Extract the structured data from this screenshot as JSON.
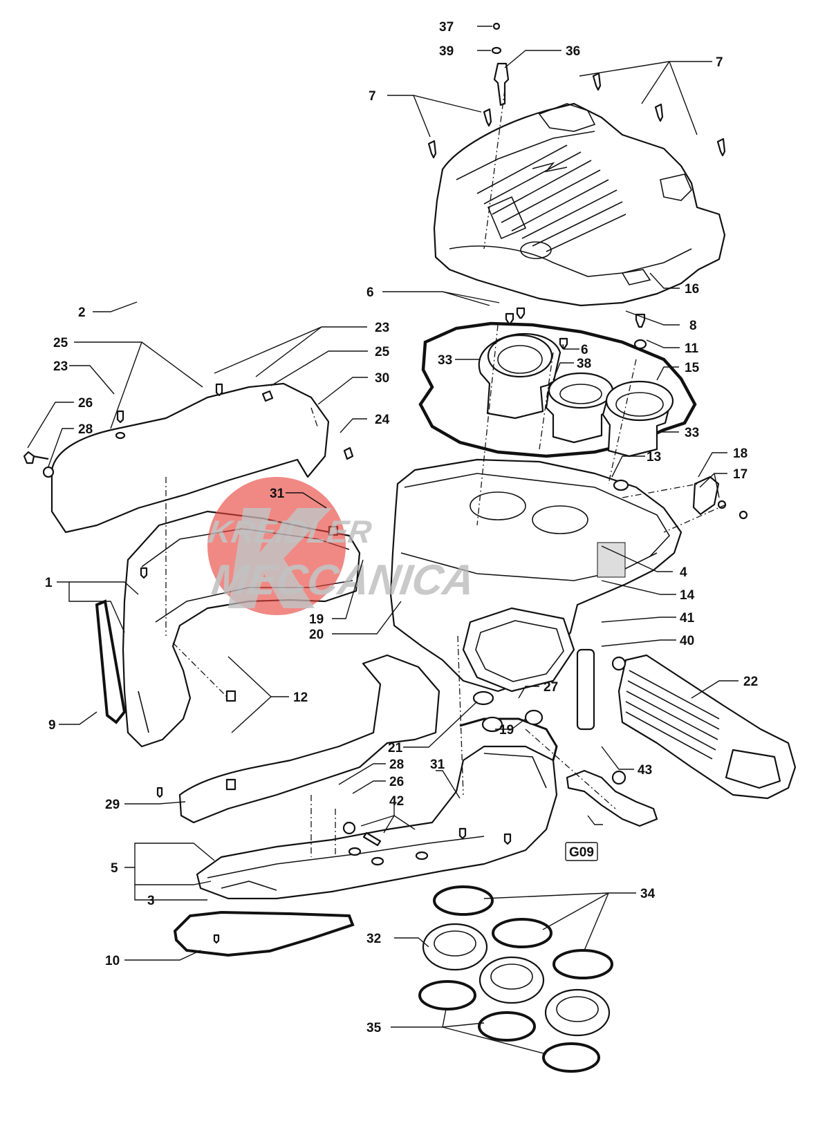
{
  "diagram": {
    "callouts": [
      "37",
      "39",
      "36",
      "7",
      "7",
      "16",
      "6",
      "8",
      "6",
      "11",
      "33",
      "38",
      "15",
      "33",
      "13",
      "18",
      "17",
      "25",
      "23",
      "23",
      "25",
      "30",
      "24",
      "26",
      "28",
      "31",
      "4",
      "14",
      "2",
      "1",
      "19",
      "20",
      "41",
      "40",
      "12",
      "27",
      "22",
      "9",
      "19",
      "21",
      "28",
      "31",
      "26",
      "42",
      "43",
      "29",
      "G09",
      "5",
      "3",
      "34",
      "32",
      "10",
      "35"
    ],
    "reference_box": "G09"
  },
  "watermark": {
    "line1": "KREIDLER",
    "line2": "MECCANICA"
  },
  "icons": {
    "watermark_logo": "red-circle-k-logo"
  },
  "colors": {
    "ink": "#111111",
    "watermark_red": "#e8473f",
    "watermark_gray": "#b8b8b8",
    "background": "#ffffff"
  }
}
